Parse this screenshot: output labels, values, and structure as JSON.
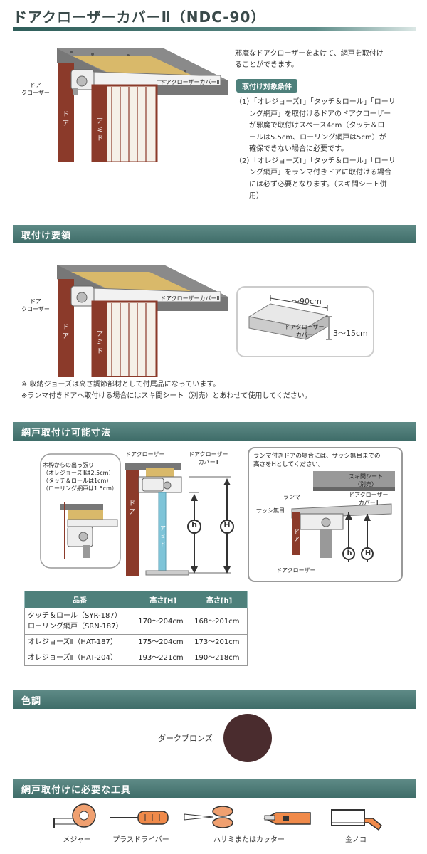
{
  "header": {
    "title": "ドアクローザーカバーⅡ（NDC-90）"
  },
  "intro": {
    "description_line1": "邪魔なドアクローザーをよけて、網戸を取付け",
    "description_line2": "ることができます。",
    "badge": "取付け対象条件",
    "conditions": [
      "（1）「オレジョーズⅡ」「タッチ＆ロール」「ローリ",
      "ング網戸」を取付けるドアのドアクローザー",
      "が邪魔で取付けスペース4cm（タッチ＆ロ",
      "ールは5.5cm、ローリング網戸は5cm）が",
      "確保できない場合に必要です。",
      "（2）「オレジョーズⅡ」「タッチ＆ロール」「ローリ",
      "ング網戸」をランマ付きドアに取付ける場合",
      "には必ず必要となります。（スキ間シート併",
      "用）"
    ],
    "fig_labels": {
      "door_closer": [
        "ドア",
        "クローザー"
      ],
      "cover": "ドアクローザーカバーⅡ",
      "door": "ドア",
      "screen": "アミド"
    }
  },
  "sections": {
    "install": "取付け要領",
    "size": "網戸取付け可能寸法",
    "color": "色調",
    "tools": "網戸取付けに必要な工具"
  },
  "install": {
    "fig_labels": {
      "door_closer": [
        "ドア",
        "クローザー"
      ],
      "cover": "ドアクローザーカバーⅡ",
      "door": "ドア",
      "screen": "アミド"
    },
    "dim_width": "～90cm",
    "dim_height": "3～15cm",
    "part_label": [
      "ドアクローザー",
      "カバー"
    ],
    "notes": [
      "※ 収納ジョーズは高さ調節部材として付属品になっています。",
      "※ランマ付きドアへ取付ける場合にはスキ間シート（別売）とあわせて使用してください。"
    ]
  },
  "size_figure": {
    "left_box": [
      "木枠からの出っ張り",
      "（オレジョーズⅡは2.5cm）",
      "（タッチ＆ロールは1cm）",
      "（ローリング網戸は1.5cm）"
    ],
    "door_closer": "ドアクローザー",
    "cover": [
      "ドアクローザー",
      "カバーⅡ"
    ],
    "door": "ドア",
    "screen": "アミド",
    "h_big": "H",
    "h_small": "h",
    "right_box_title": [
      "ランマ付きドアの場合には、サッシ無目までの",
      "高さをHとしてください。"
    ],
    "gap_sheet": [
      "スキ間シート",
      "（別売）"
    ],
    "ranma": "ランマ",
    "sash": "サッシ無目",
    "right_cover": [
      "ドアクローザー",
      "カバーⅡ"
    ],
    "right_door": "ドア",
    "right_closer": "ドアクローザー"
  },
  "spec_table": {
    "headers": [
      "品番",
      "高さ[H]",
      "高さ[h]"
    ],
    "rows": [
      {
        "name": [
          "タッチ＆ロール（SYR-187）",
          "ローリング網戸（SRN-187）"
        ],
        "H": "170～204cm",
        "h": "168～201cm"
      },
      {
        "name": [
          "オレジョーズⅡ（HAT-187）"
        ],
        "H": "175～204cm",
        "h": "173～201cm"
      },
      {
        "name": [
          "オレジョーズⅡ（HAT-204）"
        ],
        "H": "193～221cm",
        "h": "190～218cm"
      }
    ]
  },
  "color": {
    "name": "ダークブロンズ",
    "swatch": "#4a2c2e"
  },
  "tools": [
    {
      "label": "メジャー",
      "icon": "tape-measure-icon"
    },
    {
      "label": "プラスドライバー",
      "icon": "screwdriver-icon"
    },
    {
      "label": "ハサミまたはカッター",
      "icon": "scissors-cutter-icon"
    },
    {
      "label": "金ノコ",
      "icon": "hacksaw-icon"
    }
  ]
}
